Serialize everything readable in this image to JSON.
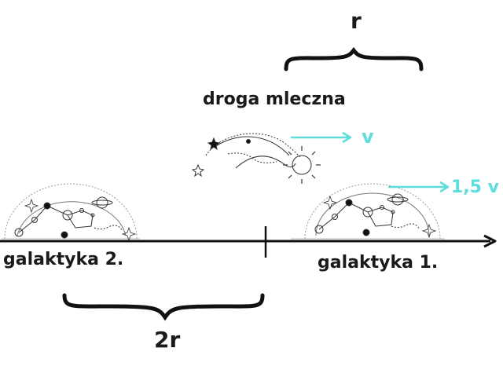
{
  "labels": {
    "r": "r",
    "milky_way": "droga mleczna",
    "velocity_milky_way": "v",
    "velocity_galaxy_1": "1,5 v",
    "galaxy_2": "galaktyka 2.",
    "galaxy_1": "galaktyka 1.",
    "two_r": "2r"
  },
  "colors": {
    "text": "#1a1a1a",
    "velocity_arrow": "#5fdcdc",
    "line": "#111111"
  },
  "icons": [
    "constellation-dome-icon",
    "comet-sun-icon",
    "right-brace-icon",
    "axis-arrow-icon"
  ]
}
